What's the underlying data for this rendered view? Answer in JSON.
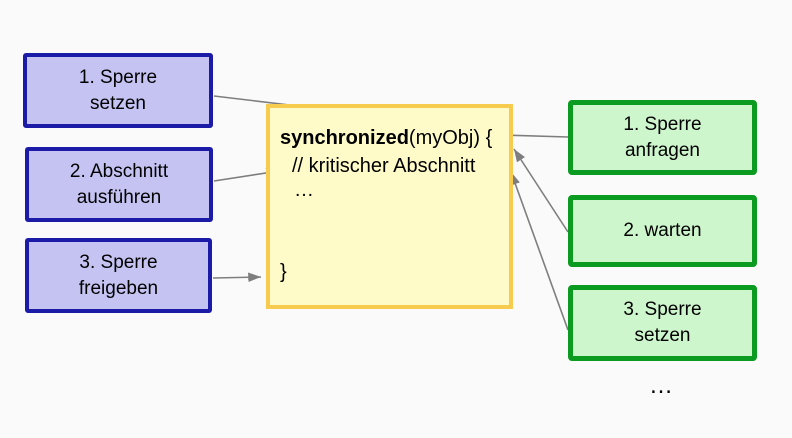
{
  "diagram": {
    "left_steps": [
      {
        "lines": [
          "1. Sperre",
          "setzen"
        ]
      },
      {
        "lines": [
          "2. Abschnitt",
          "ausführen"
        ]
      },
      {
        "lines": [
          "3. Sperre",
          "freigeben"
        ]
      }
    ],
    "right_steps": [
      {
        "lines": [
          "1. Sperre",
          "anfragen"
        ]
      },
      {
        "lines": [
          "2. warten"
        ]
      },
      {
        "lines": [
          "3. Sperre",
          "setzen"
        ]
      }
    ],
    "code_box": {
      "keyword": "synchronized",
      "after_keyword": "(myObj) {",
      "comment_line": "// kritischer Abschnitt",
      "ellipsis_line": "…",
      "closing_brace": "}"
    },
    "more_ellipsis": "…",
    "colors": {
      "background": "#FAFAFA",
      "left_box_fill": "#C5C3F2",
      "left_box_border": "#1B1BA8",
      "right_box_fill": "#CDF6CD",
      "right_box_border": "#0A9B20",
      "code_box_fill": "#FFFBC9",
      "code_box_border": "#F7CB4D",
      "arrow": "#7E7E7E"
    }
  }
}
